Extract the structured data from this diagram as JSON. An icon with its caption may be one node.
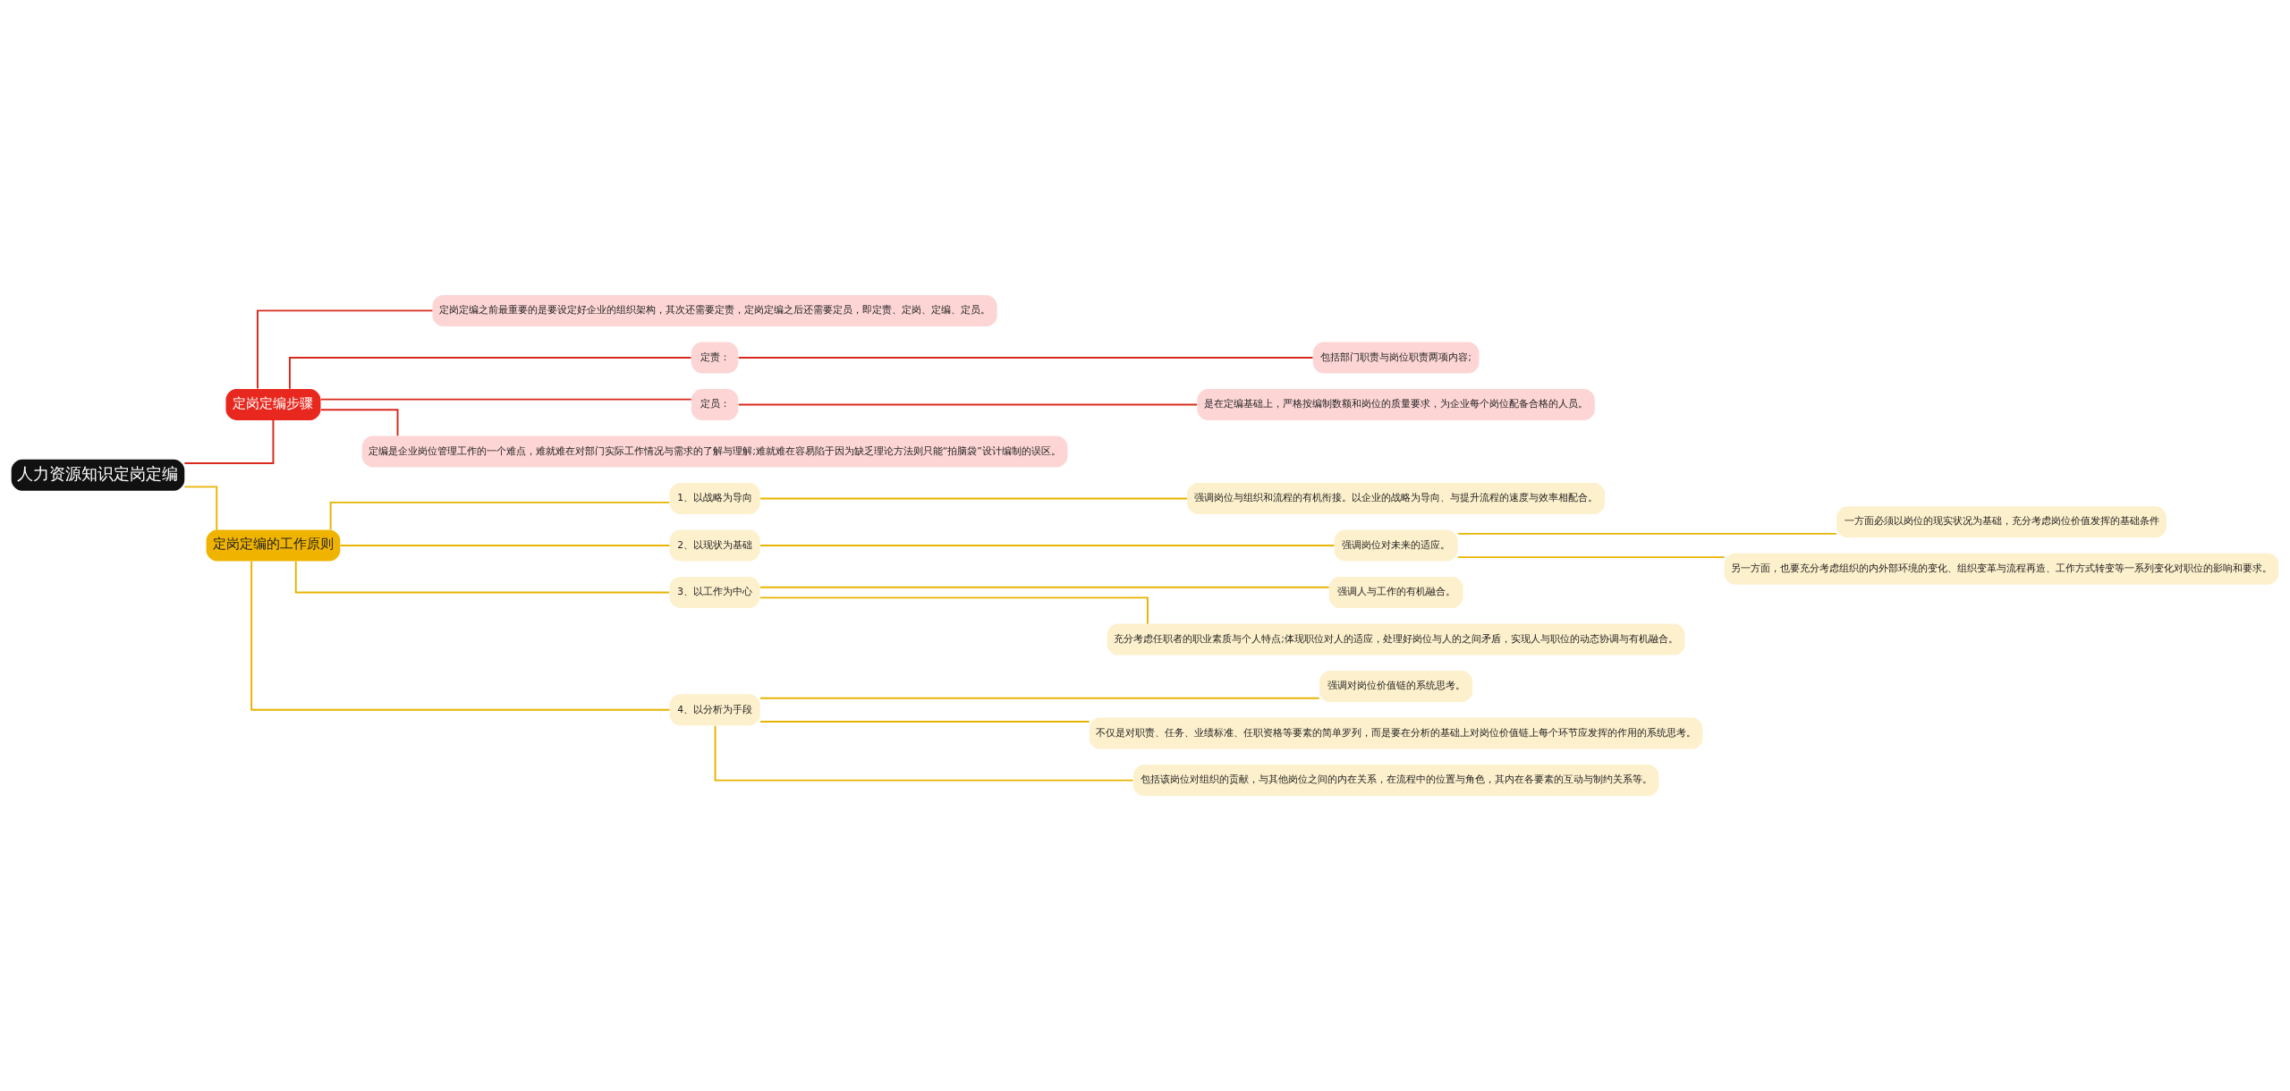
{
  "diagram": {
    "nodes": [
      {
        "text": [
          "人力资源知识定岗定编"
        ]
      },
      {
        "text": [
          "定岗定编步骤"
        ]
      },
      {
        "text": [
          "定岗定编之前最重要的是要设定好企业的组织架构，其次还需要定责，定岗定编之后还需要定员，即定责、定岗、定编、定员。"
        ]
      },
      {
        "text": [
          "定责："
        ]
      },
      {
        "text": [
          "包括部门职责与岗位职责两项内容;"
        ]
      },
      {
        "text": [
          "定员："
        ]
      },
      {
        "text": [
          "是在定编基础上，严格按编制数额和岗位的质量要求，为企业每个岗位配备合格的人员。"
        ]
      },
      {
        "text": [
          "定编是企业岗位管理工作的一个难点，难就难在对部门实际工作情况与需求的了解与理解;难就难在容易陷于因为缺乏理论方法则只能“拍脑袋”设计编制的误区。"
        ]
      },
      {
        "text": [
          "定岗定编的工作原则"
        ]
      },
      {
        "text": [
          "1、以战略为导向"
        ]
      },
      {
        "text": [
          "强调岗位与组织和流程的有机衔接。以企业的战略为导向、与提升流程的速度与效率相配合。"
        ]
      },
      {
        "text": [
          "2、以现状为基础"
        ]
      },
      {
        "text": [
          "强调岗位对未来的适应。"
        ]
      },
      {
        "text": [
          "一方面必须以岗位的现实状况为基础，充分考虑岗位价值发挥的基础条件"
        ]
      },
      {
        "text": [
          "另一方面，也要充分考虑组织的内外部环境的变化、组织变革与流程再造、工作方式转变等一系列变化对职位的影响和要求。"
        ]
      },
      {
        "text": [
          "3、以工作为中心"
        ]
      },
      {
        "text": [
          "强调人与工作的有机融合。"
        ]
      },
      {
        "text": [
          "充分考虑任职者的职业素质与个人特点;体现职位对人的适应，处理好岗位与人的之间矛盾，实现人与职位的动态协调与有机融合。"
        ]
      },
      {
        "text": [
          "4、以分析为手段"
        ]
      },
      {
        "text": [
          "强调对岗位价值链的系统思考。"
        ]
      },
      {
        "text": [
          "不仅是对职责、任务、业绩标准、任职资格等要素的简单罗列，而是要在分析的基础上对岗位价值链上每个环节应发挥的作用的系统思考。"
        ]
      },
      {
        "text": [
          "包括该岗位对组织的贡献，与其他岗位之间的内在关系，在流程中的位置与角色，其内在各要素的互动与制约关系等。"
        ]
      }
    ],
    "edges": [
      {
        "from": 0,
        "to": 1,
        "arrow": "none",
        "color": "#d9291c"
      },
      {
        "from": 1,
        "to": 2,
        "arrow": "none",
        "color": "#d9291c"
      },
      {
        "from": 1,
        "to": 3,
        "arrow": "none",
        "color": "#d9291c"
      },
      {
        "from": 3,
        "to": 4,
        "arrow": "none",
        "color": "#d9291c"
      },
      {
        "from": 1,
        "to": 5,
        "arrow": "none",
        "color": "#d9291c"
      },
      {
        "from": 5,
        "to": 6,
        "arrow": "none",
        "color": "#d9291c"
      },
      {
        "from": 1,
        "to": 7,
        "arrow": "none",
        "color": "#d9291c"
      },
      {
        "from": 0,
        "to": 8,
        "arrow": "none"
      },
      {
        "from": 8,
        "to": 9,
        "arrow": "none"
      },
      {
        "from": 9,
        "to": 10,
        "arrow": "none"
      },
      {
        "from": 8,
        "to": 11,
        "arrow": "none"
      },
      {
        "from": 11,
        "to": 12,
        "arrow": "none"
      },
      {
        "from": 12,
        "to": 13,
        "arrow": "none"
      },
      {
        "from": 12,
        "to": 14,
        "arrow": "none"
      },
      {
        "from": 8,
        "to": 15,
        "arrow": "none"
      },
      {
        "from": 15,
        "to": 16,
        "arrow": "none"
      },
      {
        "from": 15,
        "to": 17,
        "arrow": "none"
      },
      {
        "from": 8,
        "to": 18,
        "arrow": "none"
      },
      {
        "from": 18,
        "to": 19,
        "arrow": "none"
      },
      {
        "from": 18,
        "to": 20,
        "arrow": "none"
      },
      {
        "from": 18,
        "to": 21,
        "arrow": "none"
      }
    ]
  }
}
